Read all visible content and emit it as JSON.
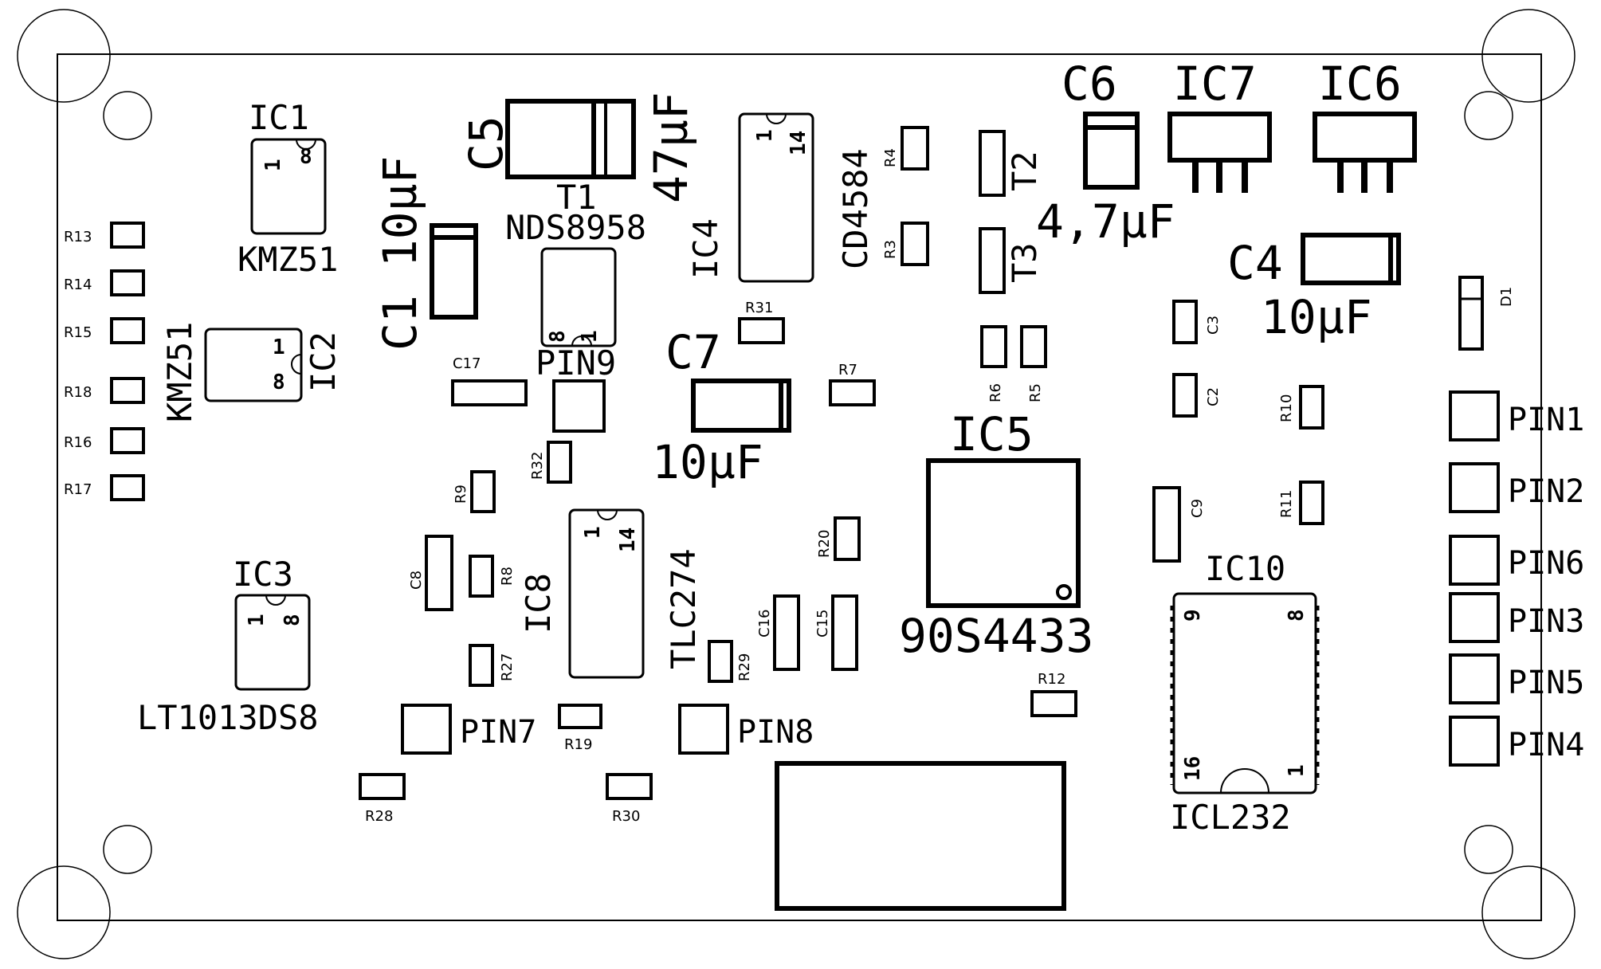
{
  "title": "",
  "components": {
    "ic1": {
      "ref": "IC1",
      "value": "KMZ51",
      "pin_a": "1",
      "pin_b": "8"
    },
    "ic2": {
      "ref": "IC2",
      "value": "KMZ51",
      "pin_a": "1",
      "pin_b": "8"
    },
    "ic3": {
      "ref": "IC3",
      "value": "LT1013DS8",
      "pin_a": "1",
      "pin_b": "8"
    },
    "ic4": {
      "ref": "IC4",
      "value": "CD4584",
      "pin_a": "1",
      "pin_b": "14"
    },
    "ic5": {
      "ref": "IC5",
      "value": "90S4433"
    },
    "ic6": {
      "ref": "IC6"
    },
    "ic7": {
      "ref": "IC7"
    },
    "ic8": {
      "ref": "IC8",
      "value": "TLC274",
      "pin_a": "1",
      "pin_b": "14"
    },
    "ic10": {
      "ref": "IC10",
      "value": "ICL232",
      "pin_tl": "9",
      "pin_tr": "8",
      "pin_bl": "16",
      "pin_br": "1"
    },
    "t1": {
      "ref": "T1",
      "value": "NDS8958",
      "pin_a": "8",
      "pin_b": "1"
    },
    "t2": {
      "ref": "T2"
    },
    "t3": {
      "ref": "T3"
    },
    "c1": {
      "ref": "C1",
      "value": "10µF"
    },
    "c4": {
      "ref": "C4",
      "value": "10µF"
    },
    "c5": {
      "ref": "C5",
      "value": "47µF"
    },
    "c6": {
      "ref": "C6",
      "value": "4,7µF"
    },
    "c7": {
      "ref": "C7",
      "value": "10µF"
    },
    "d1": {
      "ref": "D1"
    },
    "small": {
      "r13": "R13",
      "r14": "R14",
      "r15": "R15",
      "r18": "R18",
      "r16": "R16",
      "r17": "R17",
      "r4": "R4",
      "r3": "R3",
      "r31": "R31",
      "r7": "R7",
      "r32": "R32",
      "r9": "R9",
      "r8": "R8",
      "r27": "R27",
      "r19": "R19",
      "r28": "R28",
      "r30": "R30",
      "r29": "R29",
      "r20": "R20",
      "r6": "R6",
      "r5": "R5",
      "r10": "R10",
      "r11": "R11",
      "r12": "R12",
      "c17": "C17",
      "c8": "C8",
      "c16": "C16",
      "c15": "C15",
      "c3": "C3",
      "c2": "C2",
      "c9": "C9"
    }
  },
  "pads": {
    "pin1": "PIN1",
    "pin2": "PIN2",
    "pin6": "PIN6",
    "pin3": "PIN3",
    "pin5": "PIN5",
    "pin4": "PIN4",
    "pin7": "PIN7",
    "pin8": "PIN8",
    "pin9": "PIN9"
  },
  "colors": {
    "ink": "#000000",
    "board": "#ffffff"
  }
}
